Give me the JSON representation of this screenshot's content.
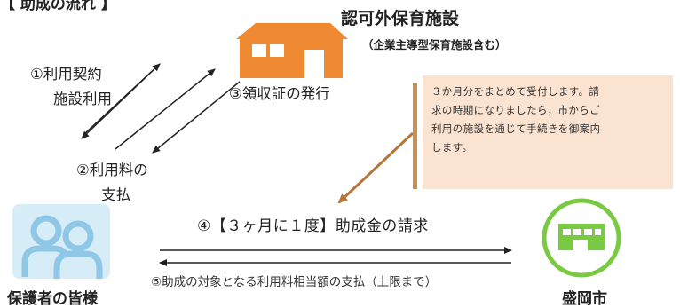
{
  "header": {
    "title_cut": "【 助成の流れ 】"
  },
  "facility": {
    "name": "認可外保育施設",
    "sub": "（企業主導型保育施設含む）",
    "icon": "house-icon",
    "color": "#f08a32"
  },
  "steps": {
    "s1_line1": "①利用契約",
    "s1_line2": "施設利用",
    "s2_line1": "②利用料の",
    "s2_line2": "支払",
    "s3": "③領収証の発行",
    "s4": "④【３ヶ月に１度】助成金の請求",
    "s5": "⑤助成の対象となる利用料相当額の支払（上限まで）"
  },
  "note": {
    "lines": [
      "３か月分をまとめて受付します。請",
      "求の時期になりましたら，市からご",
      "利用の施設を通じて手続きを御案内",
      "します。"
    ],
    "bg": "#fbe3d1",
    "accent": "#c98f50"
  },
  "guardian": {
    "label": "保護者の皆様",
    "icon": "people-icon",
    "bg": "#d6ecf7",
    "color": "#8fc7e6"
  },
  "city": {
    "label": "盛岡市",
    "icon": "city-hall-icon",
    "color": "#7ac943"
  }
}
